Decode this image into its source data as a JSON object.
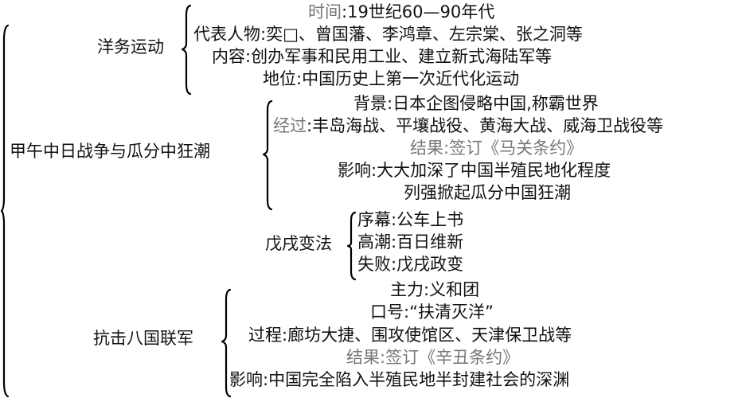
{
  "root_brace": {
    "label": ""
  },
  "branches": [
    {
      "title": "洋务运动",
      "items": [
        {
          "key": "时间",
          "value": "19世纪60—90年代"
        },
        {
          "key": "代表人物",
          "value": "奕□、曾国藩、李鸿章、左宗棠、张之洞等"
        },
        {
          "key": "内容",
          "value": "创办军事和民用工业、建立新式海陆军等"
        },
        {
          "key": "地位",
          "value": "中国历史上第一次近代化运动"
        }
      ]
    },
    {
      "title": "甲午中日战争与瓜分中狂潮",
      "items": [
        {
          "key": "背景",
          "value": "日本企图侵略中国,称霸世界"
        },
        {
          "key": "经过",
          "value": "丰岛海战、平壤战役、黄海大战、威海卫战役等"
        },
        {
          "key": "结果",
          "value": "签订《马关条约》"
        },
        {
          "key": "影响",
          "value": "大大加深了中国半殖民地化程度"
        },
        {
          "key": "",
          "value": "列强掀起瓜分中国狂潮"
        }
      ]
    },
    {
      "title": "戊戌变法",
      "items": [
        {
          "key": "序幕",
          "value": "公车上书"
        },
        {
          "key": "高潮",
          "value": "百日维新"
        },
        {
          "key": "失败",
          "value": "戊戌政变"
        }
      ]
    },
    {
      "title": "抗击八国联军",
      "items": [
        {
          "key": "主力",
          "value": "义和团"
        },
        {
          "key": "口号",
          "value": "“扶清灭洋”"
        },
        {
          "key": "过程",
          "value": "廊坊大捷、围攻使馆区、天津保卫战等"
        },
        {
          "key": "结果",
          "value": "签订《辛丑条约》"
        },
        {
          "key": "影响",
          "value": "中国完全陷入半殖民地半封建社会的深渊"
        }
      ]
    }
  ],
  "separator": ":"
}
